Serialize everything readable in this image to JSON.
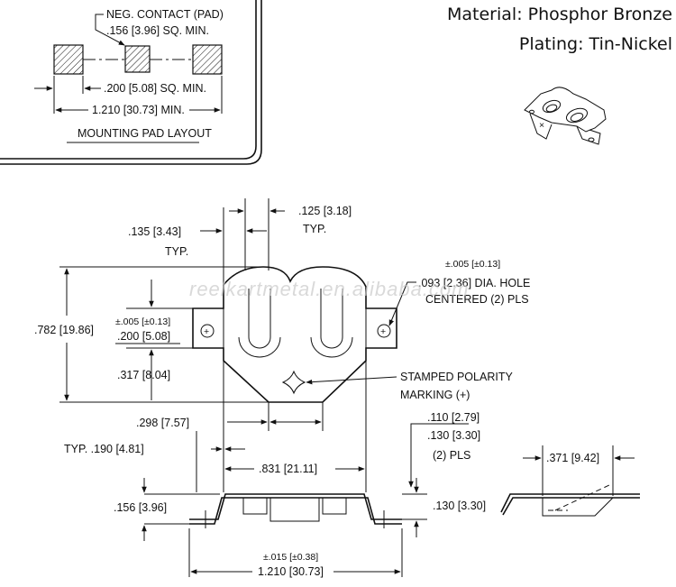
{
  "header": {
    "material": "Material: Phosphor Bronze",
    "plating": "Plating: Tin-Nickel"
  },
  "pad_layout": {
    "neg_contact": "NEG. CONTACT (PAD)",
    "pad_size": ".156 [3.96] SQ. MIN.",
    "pad_spacing": ".200 [5.08] SQ. MIN.",
    "overall": "1.210 [30.73] MIN.",
    "title": "MOUNTING PAD LAYOUT"
  },
  "top_view": {
    "dim_125": ".125 [3.18]",
    "typ_1": "TYP.",
    "dim_135": ".135 [3.43]",
    "typ_2": "TYP.",
    "tol_005_a": "±.005 [±0.13]",
    "hole_dia": ".093 [2.36] DIA. HOLE",
    "hole_centered": "CENTERED (2) PLS",
    "dim_782": ".782 [19.86]",
    "tol_005_b": "±.005 [±0.13]",
    "dim_200": ".200 [5.08]",
    "dim_317": ".317 [8.04]",
    "polarity_1": "STAMPED POLARITY",
    "polarity_2": "MARKING (+)",
    "dim_298": ".298 [7.57]"
  },
  "side_view": {
    "dim_110": ".110 [2.79]",
    "dim_130a": ".130 [3.30]",
    "pls": "(2) PLS",
    "typ_190": "TYP.  .190 [4.81]",
    "dim_831": ".831 [21.11]",
    "dim_371": ".371 [9.42]",
    "dim_156": ".156 [3.96]",
    "dim_130b": ".130 [3.30]",
    "tol_015": "±.015 [±0.38]",
    "dim_1210": "1.210 [30.73]"
  },
  "watermark": "reelkartmetal.en.alibaba.com"
}
